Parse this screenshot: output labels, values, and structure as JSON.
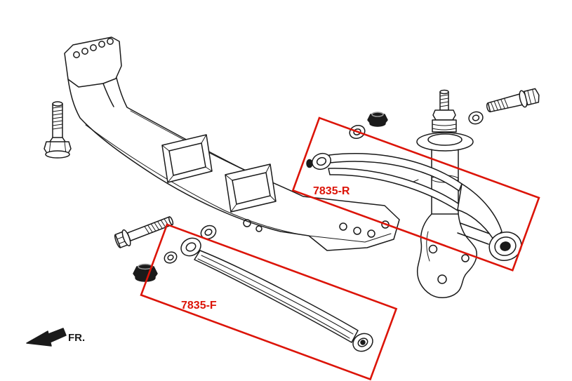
{
  "diagram": {
    "labels": {
      "rear_arm": "7835-R",
      "front_arm": "7835-F",
      "front_direction": "FR."
    },
    "colors": {
      "highlight": "#dc1408",
      "line": "#1a1a1a",
      "background": "#ffffff"
    }
  }
}
